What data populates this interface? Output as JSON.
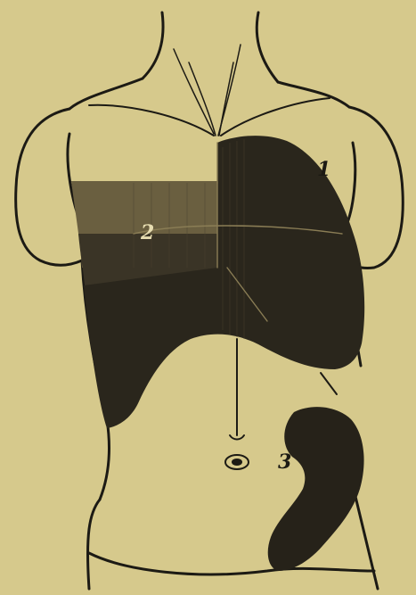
{
  "colors": {
    "paper": "#d6c98c",
    "ink": "#1c1a14",
    "region_1": "#2a261c",
    "region_2_upper": "#6a5f40",
    "region_2_lower": "#3a3426",
    "region_3": "#262219"
  },
  "labels": {
    "region_1": "1",
    "region_2": "2",
    "region_3": "3"
  }
}
